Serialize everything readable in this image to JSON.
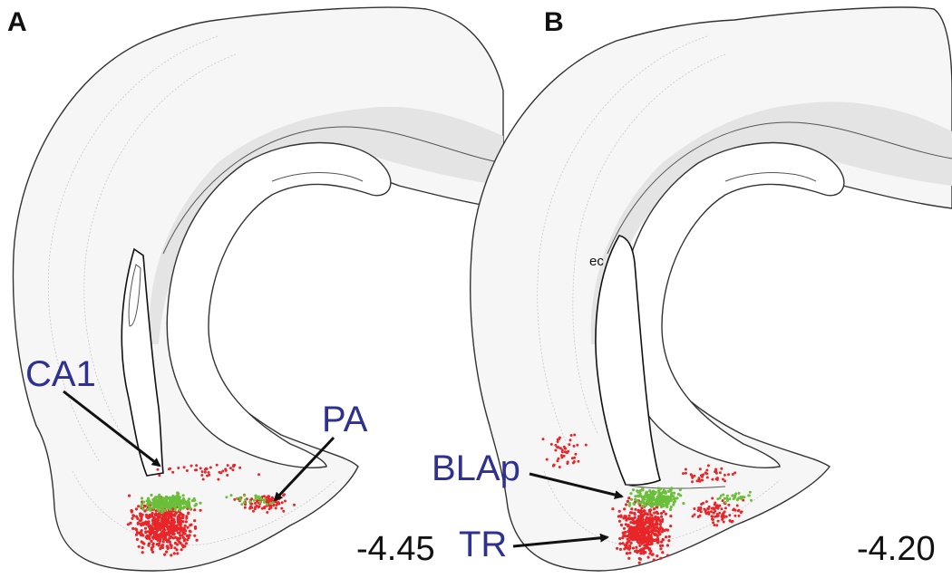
{
  "panels": [
    {
      "letter": "A",
      "coordinate": "-4.45",
      "labels": {
        "ca1": "CA1",
        "pa": "PA"
      }
    },
    {
      "letter": "B",
      "coordinate": "-4.20",
      "labels": {
        "ec": "ec",
        "blap": "BLAp",
        "tr": "TR"
      }
    }
  ],
  "colors": {
    "label_text": "#2e3192",
    "red_cells": "#e8262a",
    "green_cells": "#6bbf3a",
    "white_matter": "#e4e4e4"
  }
}
